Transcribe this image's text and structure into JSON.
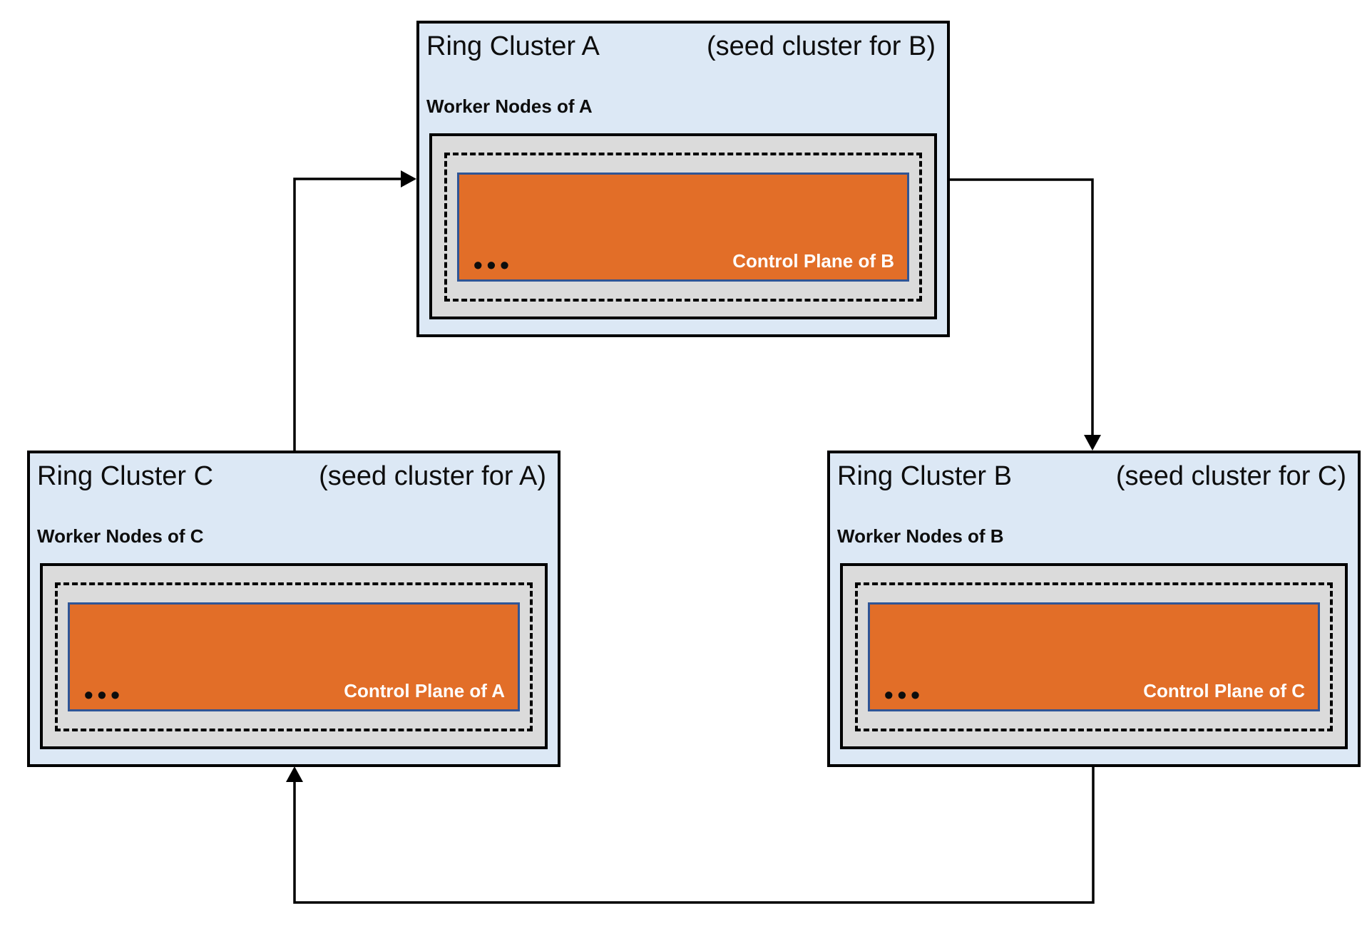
{
  "diagram": {
    "clusters": [
      {
        "name": "Ring Cluster A",
        "seed_note": "(seed cluster for B)",
        "worker_label": "Worker Nodes of A",
        "control_plane_label": "Control Plane of B",
        "ellipsis": "•••"
      },
      {
        "name": "Ring Cluster B",
        "seed_note": "(seed cluster for C)",
        "worker_label": "Worker Nodes of B",
        "control_plane_label": "Control Plane of C",
        "ellipsis": "•••"
      },
      {
        "name": "Ring Cluster C",
        "seed_note": "(seed cluster for A)",
        "worker_label": "Worker Nodes of C",
        "control_plane_label": "Control Plane of A",
        "ellipsis": "•••"
      }
    ],
    "arrows": [
      {
        "from": "Ring Cluster C",
        "to": "Ring Cluster A"
      },
      {
        "from": "Ring Cluster A",
        "to": "Ring Cluster B"
      },
      {
        "from": "Ring Cluster B",
        "to": "Ring Cluster C"
      }
    ],
    "colors": {
      "cluster_fill": "#DCE8F5",
      "cluster_border": "#000000",
      "worker_box_fill": "#DBDBDB",
      "worker_box_border": "#000000",
      "dashed_boundary": "#000000",
      "control_plane_fill": "#E26E28",
      "control_plane_border": "#2F5596",
      "control_plane_text": "#FFFFFF",
      "arrow": "#000000",
      "text": "#0D0D0D",
      "background": "#FFFFFF"
    }
  }
}
